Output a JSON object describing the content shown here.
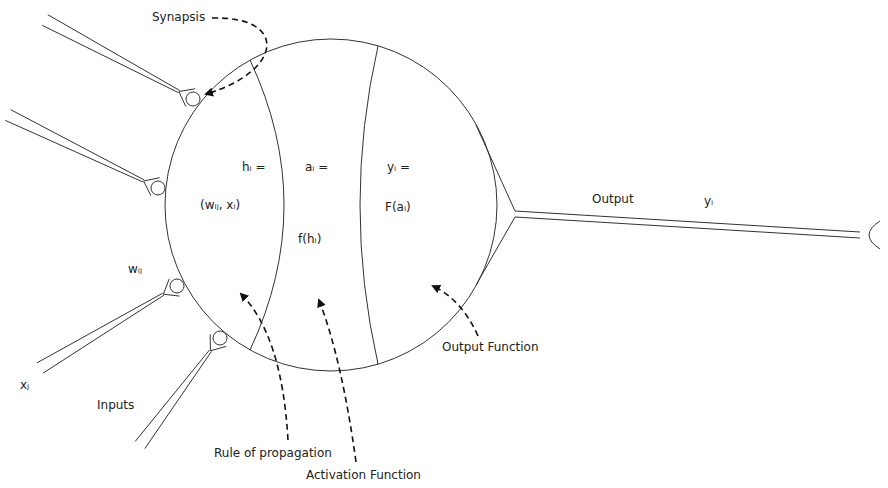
{
  "diagram": {
    "nodes": [
      {
        "text": [
          "hᵢ =",
          "(wᵢⱼ, xᵢ)"
        ]
      },
      {
        "text": [
          "aᵢ =",
          "f(hᵢ)"
        ]
      },
      {
        "text": [
          "yᵢ =",
          "F(aᵢ)"
        ]
      }
    ],
    "labels": [
      "Synapsis",
      "Output",
      "yᵢ",
      "Output Function",
      "wᵢⱼ",
      "xⱼ",
      "Inputs",
      "Rule of propagation",
      "Activation Function"
    ]
  }
}
